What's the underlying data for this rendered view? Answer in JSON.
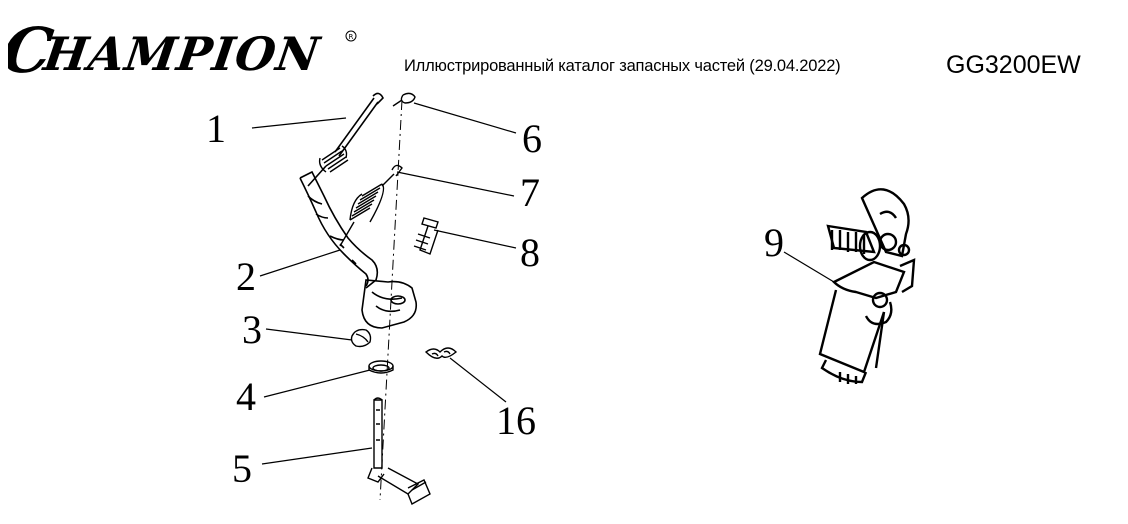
{
  "header": {
    "brand": "CHAMPION",
    "catalog_title": "Иллюстрированный каталог запасных частей (29.04.2022)",
    "model": "GG3200EW"
  },
  "callouts": {
    "c1": "1",
    "c2": "2",
    "c3": "3",
    "c4": "4",
    "c5": "5",
    "c6": "6",
    "c7": "7",
    "c8": "8",
    "c9": "9",
    "c16": "16"
  }
}
